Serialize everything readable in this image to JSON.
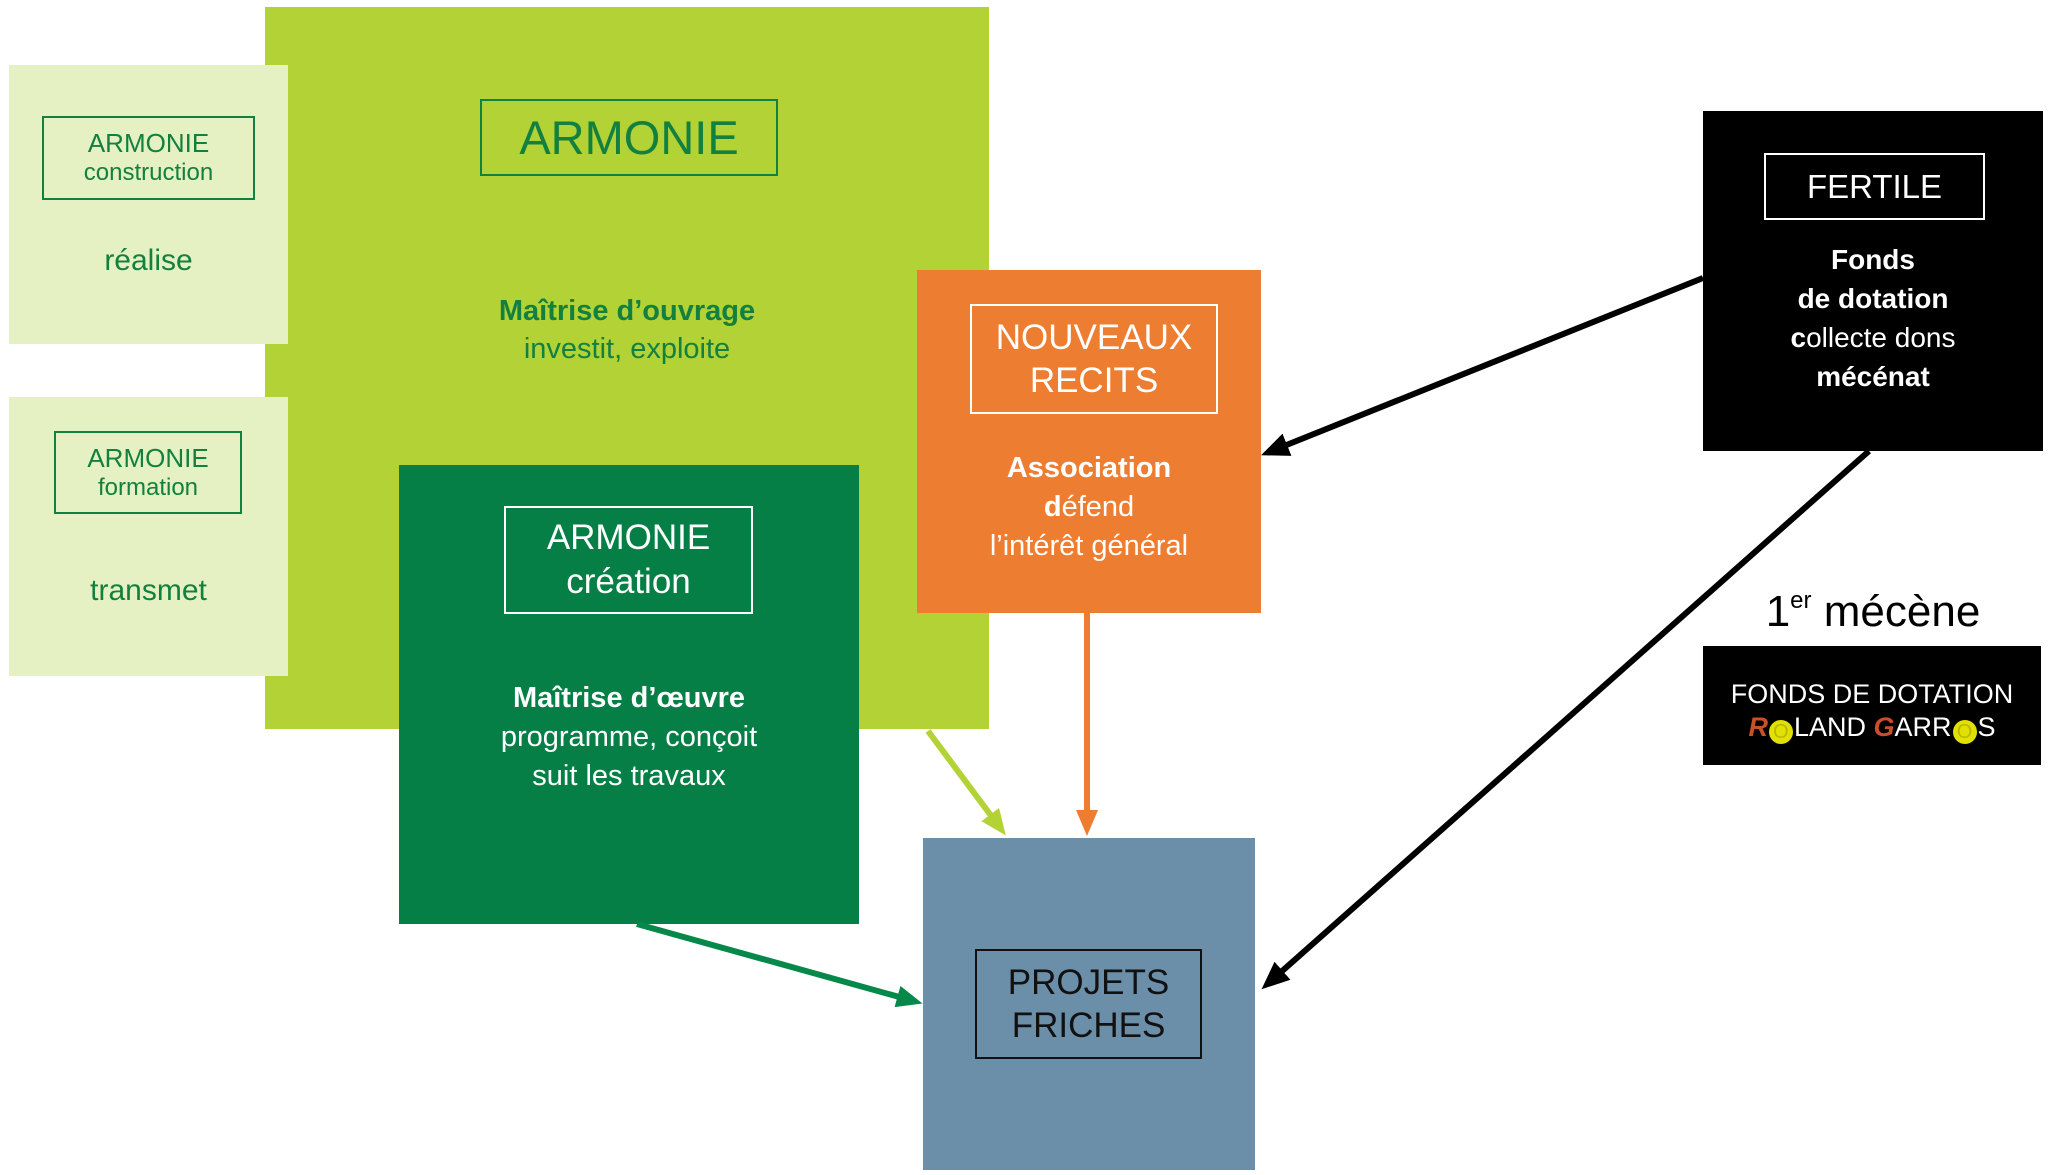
{
  "colors": {
    "light_green": "#b2d235",
    "pale_green": "#e6f1c3",
    "dark_green": "#057f46",
    "arrow_dark_green": "#05884a",
    "text_green": "#12803f",
    "orange": "#ed7d31",
    "blue_grey": "#6b8fa9",
    "black": "#000000",
    "roland_orange": "#c8502a",
    "ball_yellow": "#e2e000"
  },
  "armonie": {
    "title": "ARMONIE",
    "role": "Maîtrise d’ouvrage",
    "action": "investit, exploite"
  },
  "construction": {
    "name_line1": "ARMONIE",
    "name_line2": "construction",
    "verb": "réalise"
  },
  "formation": {
    "name_line1": "ARMONIE",
    "name_line2": "formation",
    "verb": "transmet"
  },
  "creation": {
    "name_line1": "ARMONIE",
    "name_line2": "création",
    "role": "Maîtrise d’œuvre",
    "action_line1": "programme, conçoit",
    "action_line2": "suit les travaux"
  },
  "nouveaux_recits": {
    "name_line1": "NOUVEAUX",
    "name_line2": "RECITS",
    "role": "Association",
    "action_initial": "d",
    "action_rest": "éfend",
    "action_line2": "l’intérêt général"
  },
  "projets_friches": {
    "name_line1": "PROJETS",
    "name_line2": "FRICHES"
  },
  "fertile": {
    "name": "FERTILE",
    "line1": "Fonds",
    "line2": "de dotation",
    "line3_initial": "c",
    "line3_rest": "ollecte dons",
    "line4": "mécénat"
  },
  "sponsor": {
    "rank_number": "1",
    "rank_suffix": "er",
    "rank_label": "mécène",
    "logo_line1": "FONDS DE DOTATION",
    "logo_line2": "ROLAND GARROS"
  },
  "arrows": [
    {
      "from": "ARMONIE",
      "to": "PROJETS FRICHES",
      "color": "light_green"
    },
    {
      "from": "ARMONIE création",
      "to": "PROJETS FRICHES",
      "color": "dark_green"
    },
    {
      "from": "NOUVEAUX RECITS",
      "to": "PROJETS FRICHES",
      "color": "orange"
    },
    {
      "from": "FERTILE",
      "to": "NOUVEAUX RECITS",
      "color": "black"
    },
    {
      "from": "FERTILE",
      "to": "PROJETS FRICHES",
      "color": "black"
    }
  ]
}
